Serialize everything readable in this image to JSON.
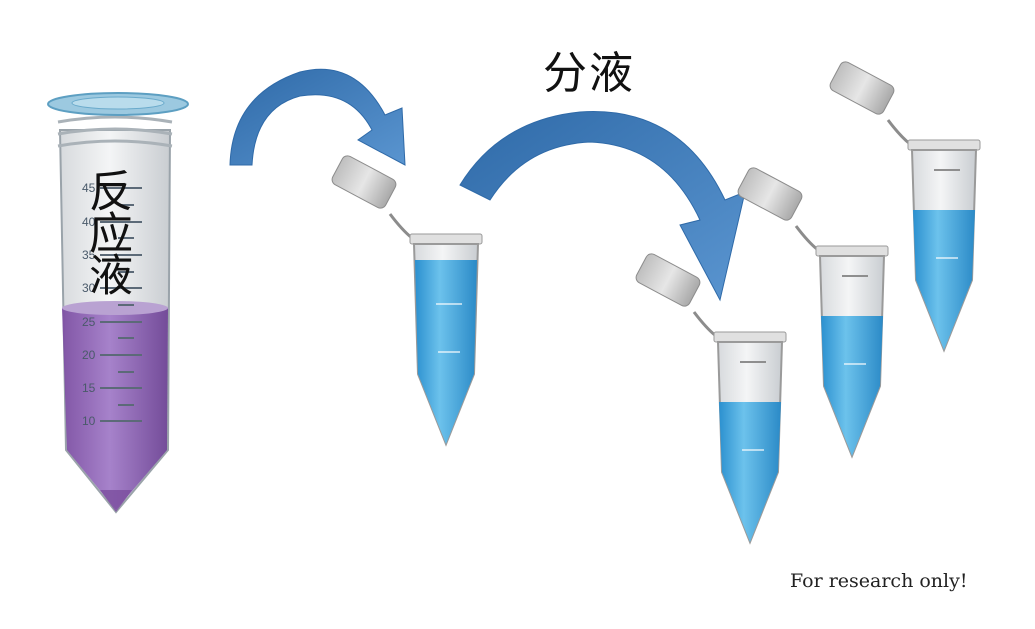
{
  "labels": {
    "aliquot": "分液",
    "reaction_liquid": "反应液",
    "footer": "For research only!"
  },
  "large_tube": {
    "graduations": [
      "45",
      "40",
      "35",
      "30",
      "25",
      "20",
      "15",
      "10"
    ],
    "liquid_color": "#8a5cae"
  },
  "small_tubes": {
    "liquid_color": "#3aa0d8",
    "count": 4
  },
  "colors": {
    "arrow": "#4a80c0",
    "cap": "#d8d8d8"
  }
}
